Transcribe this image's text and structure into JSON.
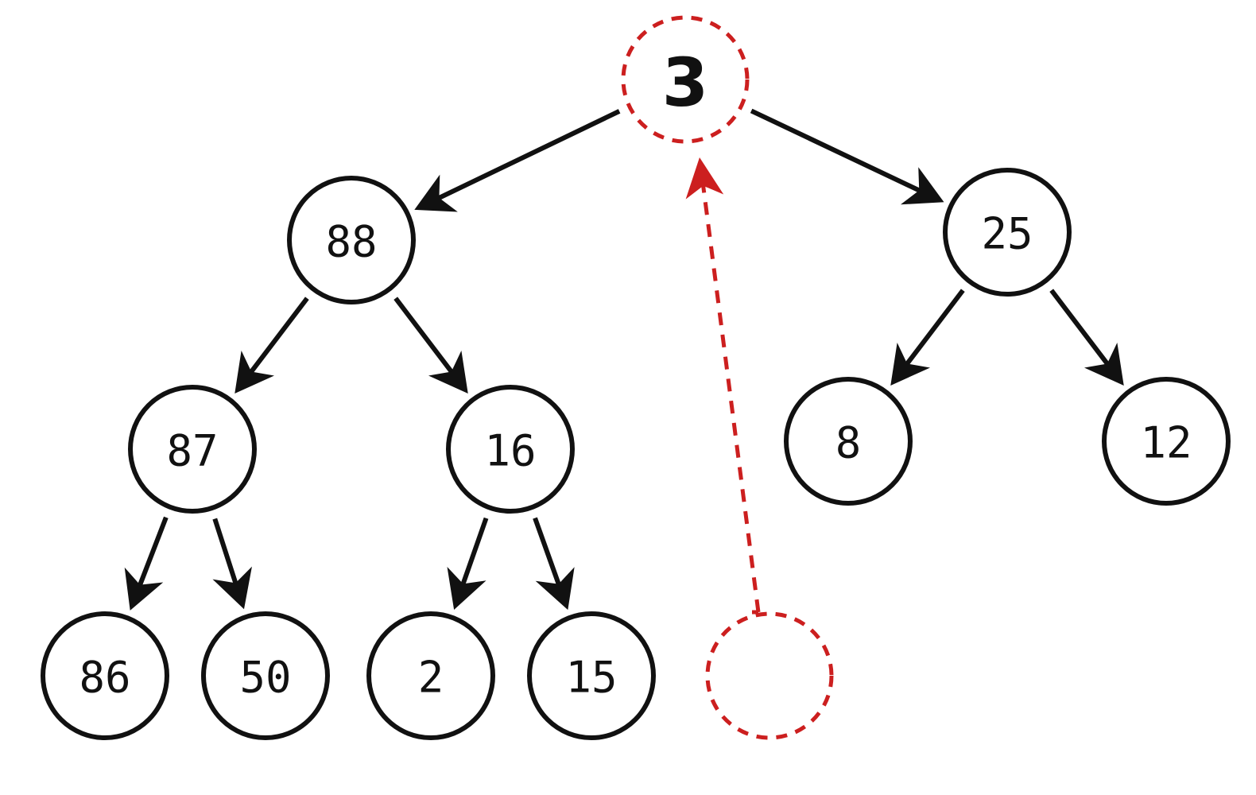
{
  "colors": {
    "node_stroke": "#111111",
    "highlight": "#cc1f1f"
  },
  "root": {
    "label": "3"
  },
  "nodes": [
    {
      "id": "n88",
      "label": "88"
    },
    {
      "id": "n25",
      "label": "25"
    },
    {
      "id": "n87",
      "label": "87"
    },
    {
      "id": "n16",
      "label": "16"
    },
    {
      "id": "n8",
      "label": "8"
    },
    {
      "id": "n12",
      "label": "12"
    },
    {
      "id": "n86",
      "label": "86"
    },
    {
      "id": "n50",
      "label": "50"
    },
    {
      "id": "n2",
      "label": "2"
    },
    {
      "id": "n15",
      "label": "15"
    }
  ],
  "edges": [
    [
      "root",
      "n88"
    ],
    [
      "root",
      "n25"
    ],
    [
      "n88",
      "n87"
    ],
    [
      "n88",
      "n16"
    ],
    [
      "n25",
      "n8"
    ],
    [
      "n25",
      "n12"
    ],
    [
      "n87",
      "n86"
    ],
    [
      "n87",
      "n50"
    ],
    [
      "n16",
      "n2"
    ],
    [
      "n16",
      "n15"
    ]
  ],
  "move_arrow": {
    "from": "empty-slot",
    "to": "root"
  }
}
